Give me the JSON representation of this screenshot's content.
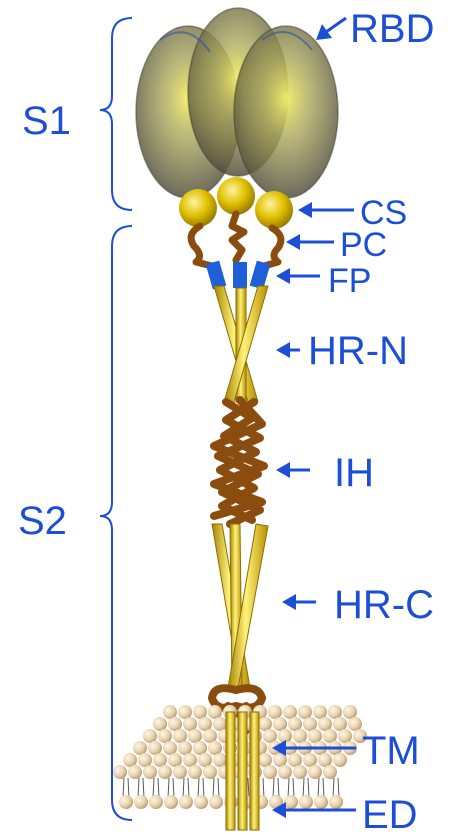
{
  "regions": {
    "s1": "S1",
    "s2": "S2"
  },
  "labels": {
    "rbd": "RBD",
    "cs": "CS",
    "pc": "PC",
    "fp": "FP",
    "hr_n": "HR-N",
    "ih": "IH",
    "hr_c": "HR-C",
    "tm": "TM",
    "ed": "ED"
  },
  "colors": {
    "label": "#1d4fd6",
    "helix": "#e8c400",
    "loop": "#8b4d0f",
    "fusion_peptide": "#1f5fd8",
    "head": "#6f6a52",
    "membrane": "#ead7b6"
  }
}
